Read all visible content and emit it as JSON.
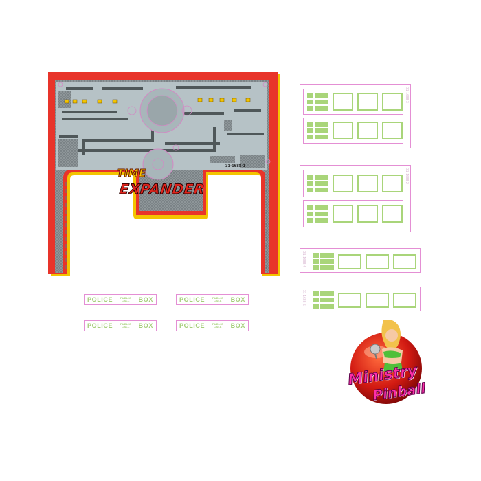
{
  "main_decal": {
    "title_line1": "TIME",
    "title_line2": "EXPANDER",
    "part_number": "31-1688-1"
  },
  "police_labels": [
    {
      "left": "POLICE",
      "small1": "PUBLIC",
      "small2": "CALL",
      "right": "BOX"
    },
    {
      "left": "POLICE",
      "small1": "PUBLIC",
      "small2": "CALL",
      "right": "BOX"
    },
    {
      "left": "POLICE",
      "small1": "PUBLIC",
      "small2": "CALL",
      "right": "BOX"
    },
    {
      "left": "POLICE",
      "small1": "PUBLIC",
      "small2": "CALL",
      "right": "BOX"
    }
  ],
  "cards": {
    "codes": [
      "31-1688-3",
      "31-1688-2",
      "31-1688-4",
      "31-1688-5"
    ]
  },
  "logo": {
    "line1": "Ministry",
    "line2": "Pinball"
  },
  "colors": {
    "decal_red": "#e8342a",
    "decal_gray": "#9aa6aa",
    "panel_gray": "#b6c2c6",
    "accent_yellow": "#f3c400",
    "outline_pink": "#e48fd4",
    "light_green": "#a9d57a"
  }
}
